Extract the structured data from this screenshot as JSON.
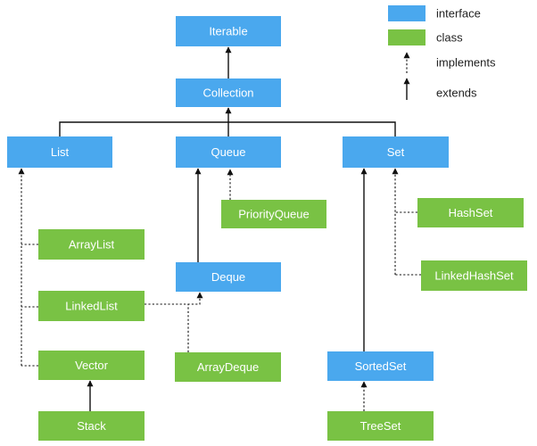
{
  "colors": {
    "interface": "#4aa8ee",
    "class": "#79c244",
    "line": "#111111"
  },
  "legend": {
    "interface": "interface",
    "class": "class",
    "implements": "implements",
    "extends": "extends"
  },
  "nodes": [
    {
      "id": "iterable",
      "label": "Iterable",
      "kind": "interface"
    },
    {
      "id": "collection",
      "label": "Collection",
      "kind": "interface"
    },
    {
      "id": "list",
      "label": "List",
      "kind": "interface"
    },
    {
      "id": "queue",
      "label": "Queue",
      "kind": "interface"
    },
    {
      "id": "set",
      "label": "Set",
      "kind": "interface"
    },
    {
      "id": "priorityqueue",
      "label": "PriorityQueue",
      "kind": "class"
    },
    {
      "id": "hashset",
      "label": "HashSet",
      "kind": "class"
    },
    {
      "id": "arraylist",
      "label": "ArrayList",
      "kind": "class"
    },
    {
      "id": "deque",
      "label": "Deque",
      "kind": "interface"
    },
    {
      "id": "linkedhashset",
      "label": "LinkedHashSet",
      "kind": "class"
    },
    {
      "id": "linkedlist",
      "label": "LinkedList",
      "kind": "class"
    },
    {
      "id": "vector",
      "label": "Vector",
      "kind": "class"
    },
    {
      "id": "arraydeque",
      "label": "ArrayDeque",
      "kind": "class"
    },
    {
      "id": "sortedset",
      "label": "SortedSet",
      "kind": "interface"
    },
    {
      "id": "stack",
      "label": "Stack",
      "kind": "class"
    },
    {
      "id": "treeset",
      "label": "TreeSet",
      "kind": "class"
    }
  ],
  "edges": [
    {
      "from": "collection",
      "to": "iterable",
      "type": "extends"
    },
    {
      "from": "list",
      "to": "collection",
      "type": "extends"
    },
    {
      "from": "queue",
      "to": "collection",
      "type": "extends"
    },
    {
      "from": "set",
      "to": "collection",
      "type": "extends"
    },
    {
      "from": "priorityqueue",
      "to": "queue",
      "type": "implements"
    },
    {
      "from": "deque",
      "to": "queue",
      "type": "extends"
    },
    {
      "from": "arraylist",
      "to": "list",
      "type": "implements"
    },
    {
      "from": "linkedlist",
      "to": "list",
      "type": "implements"
    },
    {
      "from": "vector",
      "to": "list",
      "type": "implements"
    },
    {
      "from": "linkedlist",
      "to": "deque",
      "type": "implements"
    },
    {
      "from": "arraydeque",
      "to": "deque",
      "type": "implements"
    },
    {
      "from": "stack",
      "to": "vector",
      "type": "extends"
    },
    {
      "from": "hashset",
      "to": "set",
      "type": "implements"
    },
    {
      "from": "linkedhashset",
      "to": "set",
      "type": "implements"
    },
    {
      "from": "sortedset",
      "to": "set",
      "type": "extends"
    },
    {
      "from": "treeset",
      "to": "sortedset",
      "type": "implements"
    }
  ]
}
